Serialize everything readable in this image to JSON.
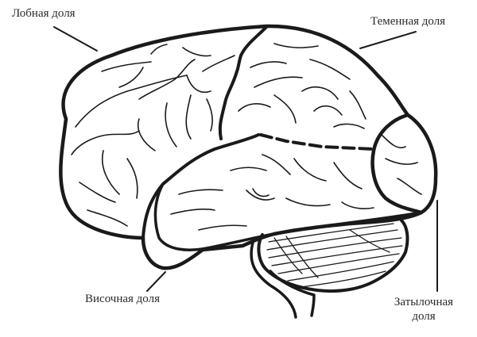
{
  "diagram": {
    "subject": "Brain lobes (lateral view)",
    "labels": {
      "frontal": "Лобная доля",
      "parietal": "Теменная доля",
      "temporal": "Височная доля",
      "occipital_line1": "Затылочная",
      "occipital_line2": "доля"
    },
    "colors": {
      "outline": "#1a1a1a",
      "text": "#2a2a2a",
      "background": "#ffffff"
    }
  }
}
